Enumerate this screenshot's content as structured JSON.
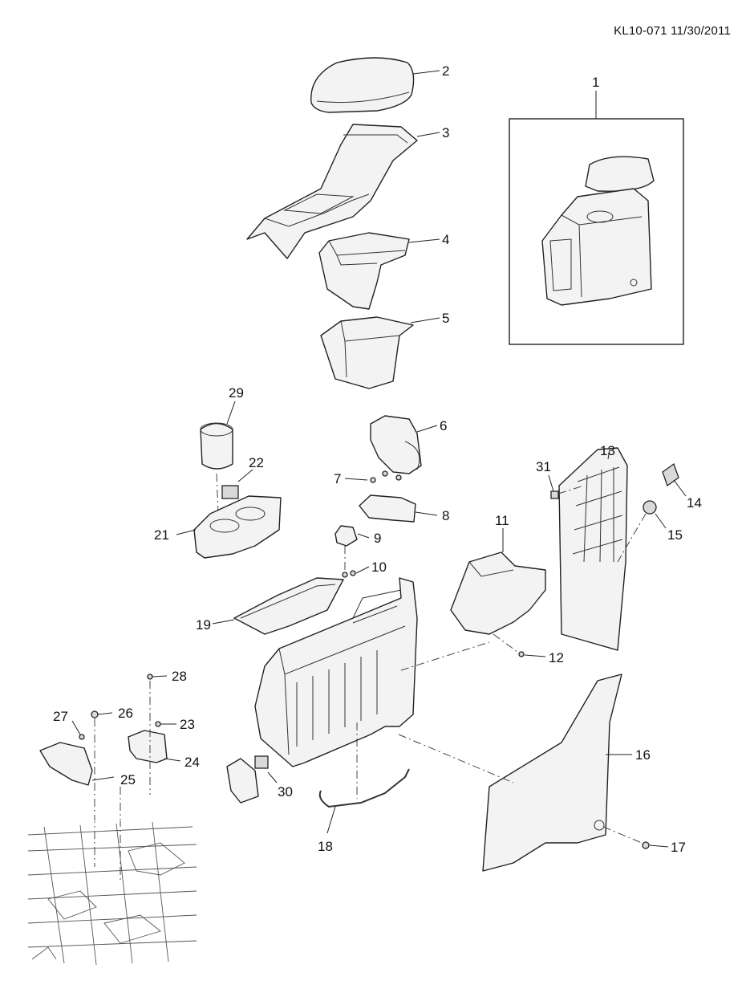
{
  "header": {
    "code": "KL10-071 11/30/2011"
  },
  "callouts": [
    {
      "id": "callout-1",
      "label": "1"
    },
    {
      "id": "callout-2",
      "label": "2"
    },
    {
      "id": "callout-3",
      "label": "3"
    },
    {
      "id": "callout-4",
      "label": "4"
    },
    {
      "id": "callout-5",
      "label": "5"
    },
    {
      "id": "callout-6",
      "label": "6"
    },
    {
      "id": "callout-7",
      "label": "7"
    },
    {
      "id": "callout-8",
      "label": "8"
    },
    {
      "id": "callout-9",
      "label": "9"
    },
    {
      "id": "callout-10",
      "label": "10"
    },
    {
      "id": "callout-11",
      "label": "11"
    },
    {
      "id": "callout-12",
      "label": "12"
    },
    {
      "id": "callout-13",
      "label": "13"
    },
    {
      "id": "callout-14",
      "label": "14"
    },
    {
      "id": "callout-15",
      "label": "15"
    },
    {
      "id": "callout-16",
      "label": "16"
    },
    {
      "id": "callout-17",
      "label": "17"
    },
    {
      "id": "callout-18",
      "label": "18"
    },
    {
      "id": "callout-19",
      "label": "19"
    },
    {
      "id": "callout-21",
      "label": "21"
    },
    {
      "id": "callout-22",
      "label": "22"
    },
    {
      "id": "callout-23",
      "label": "23"
    },
    {
      "id": "callout-24",
      "label": "24"
    },
    {
      "id": "callout-25",
      "label": "25"
    },
    {
      "id": "callout-26",
      "label": "26"
    },
    {
      "id": "callout-27",
      "label": "27"
    },
    {
      "id": "callout-28",
      "label": "28"
    },
    {
      "id": "callout-29",
      "label": "29"
    },
    {
      "id": "callout-30",
      "label": "30"
    },
    {
      "id": "callout-31",
      "label": "31"
    }
  ]
}
